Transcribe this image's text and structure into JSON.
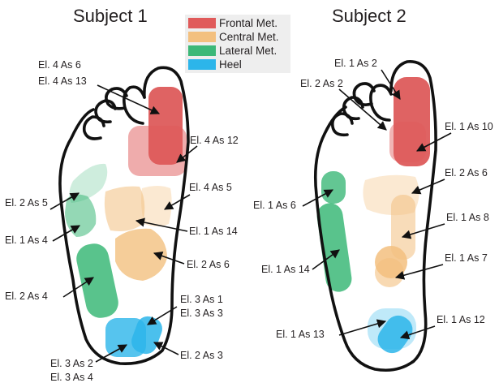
{
  "titles": {
    "subject1": "Subject 1",
    "subject2": "Subject 2"
  },
  "legend": [
    {
      "label": "Frontal Met.",
      "color": "#e05a5a"
    },
    {
      "label": "Central Met.",
      "color": "#f3c07f"
    },
    {
      "label": "Lateral Met.",
      "color": "#3cb878"
    },
    {
      "label": "Heel",
      "color": "#2cb5ea"
    }
  ],
  "labels": {
    "s1": {
      "el4as6": "El. 4 As 6",
      "el4as13": "El. 4 As 13",
      "el4as12": "El. 4 As 12",
      "el2as5": "El. 2 As 5",
      "el4as5": "El. 4 As 5",
      "el1as4": "El. 1 As 4",
      "el1as14": "El. 1 As 14",
      "el2as6": "El. 2 As 6",
      "el2as4": "El. 2 As 4",
      "el3as1": "El. 3 As 1",
      "el3as3": "El. 3 As 3",
      "el3as2": "El. 3 As 2",
      "el3as4": "El. 3 As 4",
      "el2as3": "El. 2 As 3"
    },
    "s2": {
      "el1as2": "El. 1 As 2",
      "el2as2": "El. 2 As 2",
      "el1as10": "El. 1 As 10",
      "el2as6": "El. 2 As 6",
      "el1as6": "El. 1 As 6",
      "el1as8": "El. 1 As 8",
      "el1as14": "El. 1 As 14",
      "el1as7": "El. 1 As 7",
      "el1as13": "El. 1 As 13",
      "el1as12": "El. 1 As 12"
    }
  }
}
